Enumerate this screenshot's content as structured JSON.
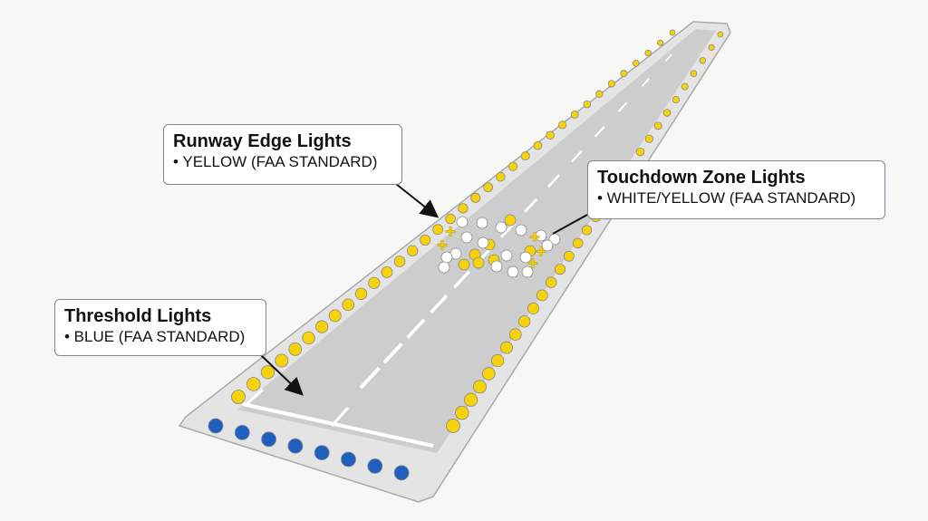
{
  "callouts": {
    "edge": {
      "title": "Runway Edge Lights",
      "detail": "• YELLOW (FAA STANDARD)"
    },
    "touchdown": {
      "title": "Touchdown Zone Lights",
      "detail": "• WHITE/YELLOW (FAA STANDARD)"
    },
    "threshold": {
      "title": "Threshold Lights",
      "detail": "• BLUE (FAA STANDARD)"
    }
  },
  "colors": {
    "edge": "#f5d20a",
    "threshold": "#1f5fbf",
    "touchdown_white": "#ffffff",
    "pavement": "#cfcfcf",
    "shoulder": "#e3e3e3"
  }
}
